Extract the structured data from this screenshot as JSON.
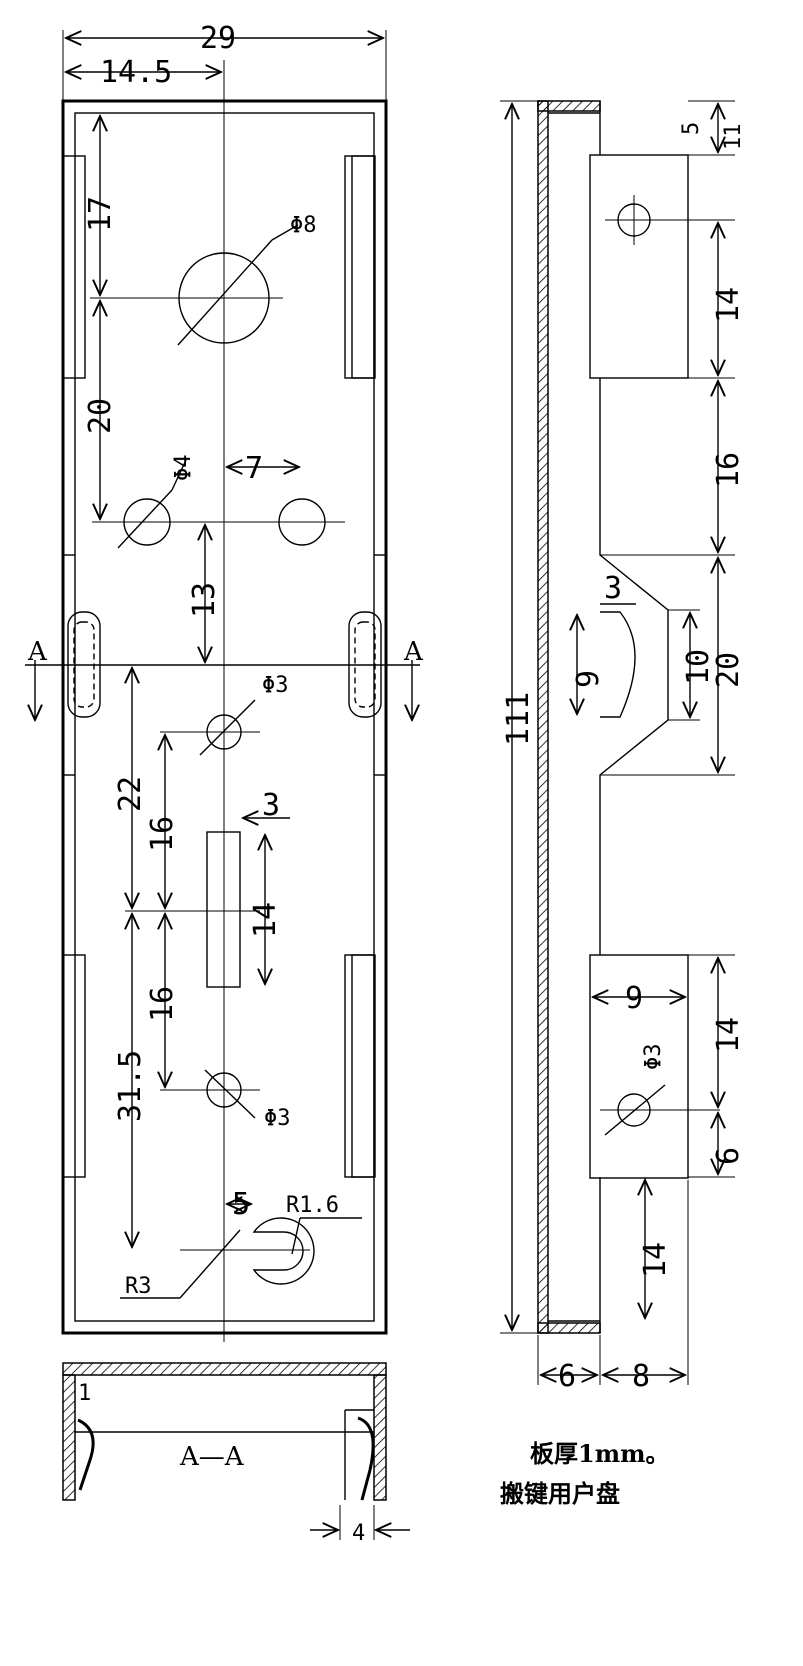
{
  "front_view": {
    "overall_width": "29",
    "half_width": "14.5",
    "dim_17": "17",
    "dim_20": "20",
    "dim_13": "13",
    "dim_22": "22",
    "dim_16_a": "16",
    "dim_16_b": "16",
    "dim_14": "14",
    "dim_3": "3",
    "dim_7": "7",
    "dim_31_5": "31.5",
    "dim_5": "5",
    "hole_phi8": "Φ8",
    "hole_phi4": "Φ4",
    "hole_phi3_a": "Φ3",
    "hole_phi3_b": "Φ3",
    "radius_r16": "R1.6",
    "radius_r3": "R3",
    "section_mark": "A"
  },
  "side_view": {
    "total_height": "111",
    "dim_5": "5",
    "dim_11": "11",
    "dim_14_top": "14",
    "dim_16": "16",
    "dim_20": "20",
    "dim_10": "10",
    "dim_9_tab": "9",
    "dim_3_tab": "3",
    "dim_14_mid": "14",
    "dim_6_right": "6",
    "dim_14_bottom": "14",
    "dim_9_width": "9",
    "hole_phi3": "Φ3",
    "dim_6_bottom": "6",
    "dim_8_bottom": "8"
  },
  "section_view": {
    "title": "A—A",
    "dim_1": "1",
    "dim_4": "4"
  },
  "notes": {
    "line1": "板厚1mm。",
    "line2": "搬键用户盘"
  }
}
